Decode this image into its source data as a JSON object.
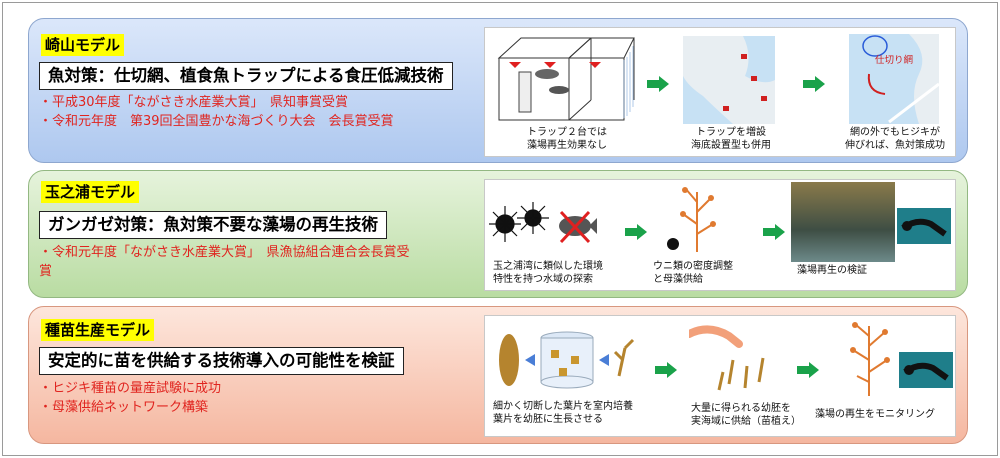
{
  "panels": [
    {
      "tag": "崎山モデル",
      "headline": "魚対策：仕切網、植食魚トラップによる食圧低減技術",
      "awards": [
        "・平成30年度「ながさき水産業大賞」　県知事賞受賞",
        "・令和元年度　第39回全国豊かな海づくり大会　会長賞受賞"
      ],
      "captions": [
        [
          "トラップ２台では",
          "藻場再生効果なし"
        ],
        [
          "トラップを増設",
          "海底設置型も併用"
        ],
        [
          "網の外でもヒジキが",
          "伸びれば、魚対策成功"
        ]
      ],
      "map_label": "仕切り網"
    },
    {
      "tag": "玉之浦モデル",
      "headline": "ガンガゼ対策：魚対策不要な藻場の再生技術",
      "awards": [
        "・令和元年度「ながさき水産業大賞」　県漁協組合連合会長賞受",
        "賞"
      ],
      "captions": [
        [
          "玉之浦湾に類似した環境",
          "特性を持つ水域の探索"
        ],
        [
          "ウニ類の密度調整",
          "と母藻供給"
        ],
        [
          "藻場再生の検証"
        ]
      ]
    },
    {
      "tag": "種苗生産モデル",
      "headline": "安定的に苗を供給する技術導入の可能性を検証",
      "awards": [
        "・ヒジキ種苗の量産試験に成功",
        "・母藻供給ネットワーク構築"
      ],
      "captions": [
        [
          "細かく切断した葉片を室内培養",
          "葉片を幼胚に生長させる"
        ],
        [
          "大量に得られる幼胚を",
          "実海域に供給（苗植え）"
        ],
        [
          "藻場の再生をモニタリング"
        ]
      ]
    }
  ],
  "colors": {
    "award_text": "#e0241f",
    "tag_bg": "#ffff00",
    "arrow": "#1aa24a"
  }
}
